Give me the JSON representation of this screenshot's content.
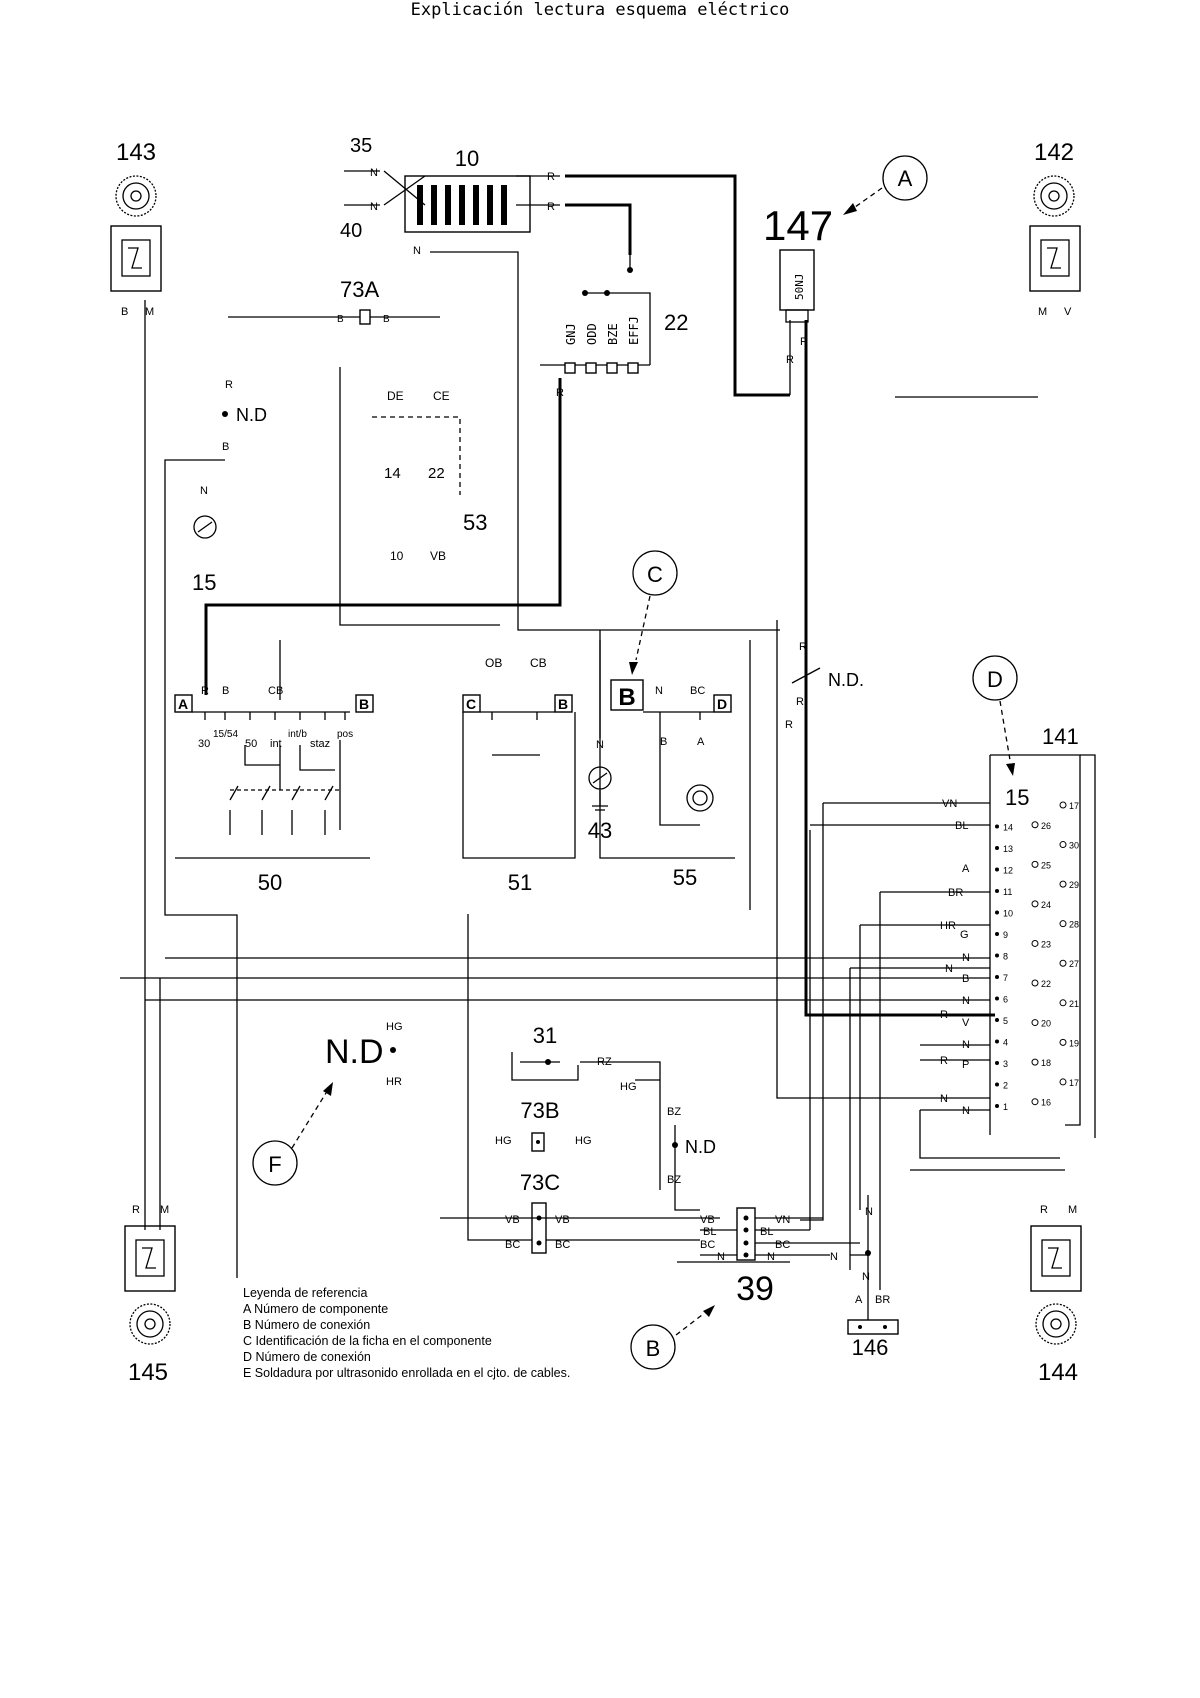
{
  "title": "Explicación lectura esquema eléctrico",
  "callouts": {
    "A": "A",
    "C": "C",
    "D": "D",
    "F": "F",
    "B": "B"
  },
  "components": {
    "c143": "143",
    "c142": "142",
    "c145": "145",
    "c144": "144",
    "c10": "10",
    "c147": "147",
    "c22": "22",
    "c73a": "73A",
    "c53": "53",
    "c15": "15",
    "c50": "50",
    "c51": "51",
    "c55": "55",
    "c43": "43",
    "c141": "141",
    "c31": "31",
    "c73b": "73B",
    "c73c": "73C",
    "c39": "39",
    "c146": "146"
  },
  "connectors": {
    "A": "A",
    "B": "B",
    "C": "C",
    "D": "D",
    "Bbig": "B"
  },
  "wire_labels": {
    "w35": "35",
    "w40": "40",
    "N": "N",
    "R": "R",
    "B": "B",
    "M": "M",
    "V": "V",
    "ND": "N.D.",
    "NDbig": "N.D",
    "ND2": "N.D",
    "VN": "VN",
    "BL": "BL",
    "BR": "BR",
    "HG": "HG",
    "HR": "HR",
    "RZ": "RZ",
    "BZ": "BZ",
    "HB": "HG",
    "VB": "VB",
    "BC": "BC",
    "G": "G",
    "CB": "CB",
    "OB": "OB",
    "CE": "CE",
    "DE": "DE",
    "BZ2": "BZ",
    "GNJ": "GNJ",
    "ODD": "ODD",
    "BZE": "BZE",
    "EFFJ": "EFFJ",
    "P": "P",
    "A": "A",
    "n14": "14",
    "n22": "22",
    "n10": "10",
    "n30": "30",
    "n1554": "15/54",
    "n50": "50",
    "int": "int",
    "intb": "int/b",
    "staz": "staz",
    "pos": "pos",
    "n15": "15",
    "c50J": "50NJ"
  },
  "pin_numbers_left": [
    "15",
    "14",
    "13",
    "12",
    "11",
    "10",
    "9",
    "8",
    "7",
    "6",
    "5",
    "4",
    "3",
    "2",
    "1"
  ],
  "pin_numbers_right": [
    "17",
    "26",
    "30",
    "25",
    "29",
    "24",
    "28",
    "23",
    "27",
    "22",
    "21",
    "20",
    "19",
    "18",
    "17",
    "16"
  ],
  "legend": {
    "heading": "Leyenda de referencia",
    "lines": [
      "A Número de componente",
      "B Número de conexión",
      "C Identificación de la ficha en el componente",
      "D Número de conexión",
      "E Soldadura por ultrasonido enrollada en el cjto. de cables."
    ]
  }
}
